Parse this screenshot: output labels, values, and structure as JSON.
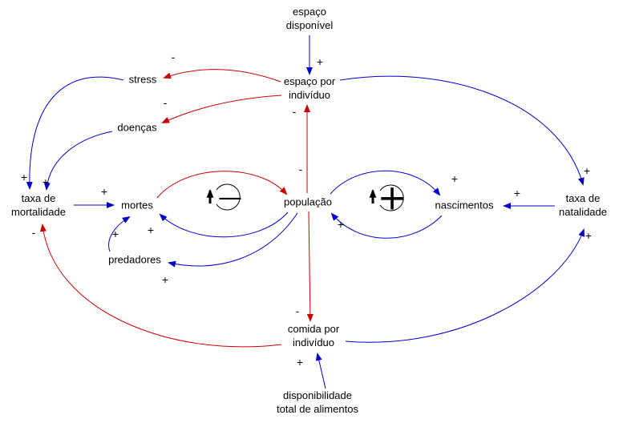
{
  "diagram": {
    "nodes": {
      "espaco_disponivel": "espaço\ndisponível",
      "espaco_por_individuo": "espaço por\nindivíduo",
      "stress": "stress",
      "doencas": "doenças",
      "taxa_mortalidade": "taxa de\nmortalidade",
      "mortes": "mortes",
      "populacao": "população",
      "nascimentos": "nascimentos",
      "taxa_natalidade": "taxa de\nnatalidade",
      "predadores": "predadores",
      "comida_por_individuo": "comida por\nindivíduo",
      "disponibilidade_total_alimentos": "disponibilidade\ntotal de alimentos"
    },
    "signs": {
      "espaco_disponivel_to_espaco_por_individuo": "+",
      "espaco_por_individuo_to_stress": "-",
      "espaco_por_individuo_to_doencas": "-",
      "populacao_to_espaco_por_individuo": "-",
      "stress_to_taxa_mortalidade": "+",
      "doencas_to_taxa_mortalidade": "+",
      "taxa_mortalidade_to_mortes": "+",
      "mortes_to_populacao": "-",
      "populacao_to_mortes": "+",
      "predadores_to_mortes": "+",
      "populacao_to_predadores": "+",
      "populacao_to_nascimentos": "+",
      "nascimentos_to_populacao": "+",
      "taxa_natalidade_to_nascimentos": "+",
      "espaco_por_individuo_to_taxa_natalidade": "+",
      "comida_por_individuo_to_taxa_natalidade": "+",
      "comida_por_individuo_to_taxa_mortalidade": "-",
      "populacao_to_comida_por_individuo": "-",
      "disponibilidade_to_comida_por_individuo": "+"
    },
    "loop_markers": {
      "balancing": "—",
      "reinforcing": "+"
    },
    "colors": {
      "positive_link": "#0000cc",
      "negative_link": "#cc0000",
      "loop_symbol": "#000000"
    }
  }
}
